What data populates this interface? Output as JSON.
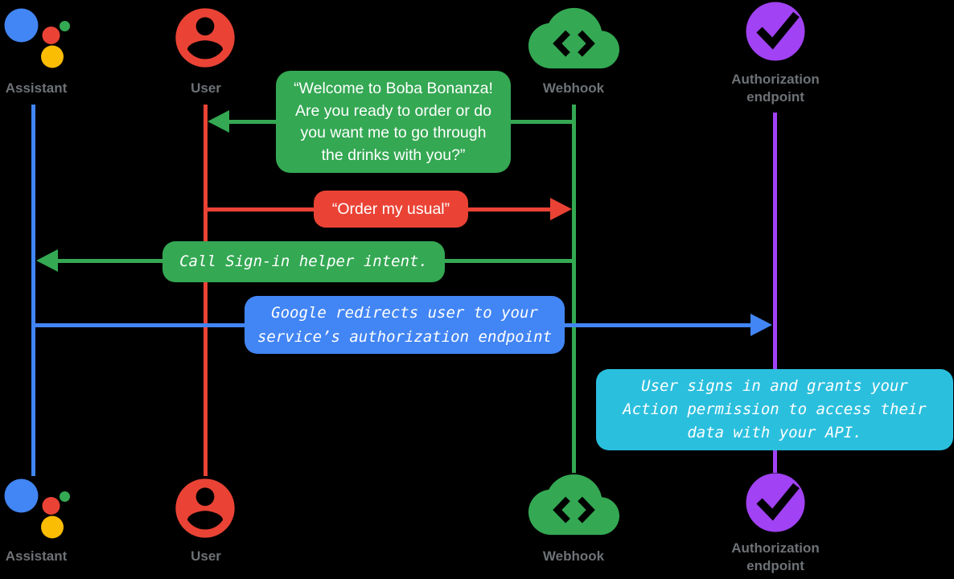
{
  "diagram_title": "Account linking sign-in flow (sequence diagram)",
  "background": "#000000",
  "palette": {
    "blue": "#4285F4",
    "red": "#EA4335",
    "green": "#34A853",
    "yellow": "#FBBC04",
    "purple": "#A142F4",
    "cyan": "#2BBFDE",
    "label_gray": "#6e7276",
    "message_text": "#FFFFFF"
  },
  "actors": [
    {
      "label": "Assistant",
      "icon": "google-assistant-logo",
      "lifeline_color": "#4285F4"
    },
    {
      "label": "User",
      "icon": "person-circle",
      "lifeline_color": "#EA4335"
    },
    {
      "label": "Webhook",
      "icon": "cloud-code",
      "lifeline_color": "#34A853"
    },
    {
      "label": "Authorization\nendpoint",
      "icon": "check-circle",
      "lifeline_color": "#A142F4"
    }
  ],
  "messages": [
    {
      "text": "“Welcome to Boba Bonanza!\nAre you ready to order or do\nyou want me to go through\nthe drinks with you?”",
      "from": "Webhook",
      "to": "User",
      "color": "#34A853",
      "style": "speech"
    },
    {
      "text": "“Order my usual”",
      "from": "User",
      "to": "Webhook",
      "color": "#EA4335",
      "style": "speech"
    },
    {
      "text": "Call Sign-in helper intent.",
      "from": "Webhook",
      "to": "Assistant",
      "color": "#34A853",
      "style": "code"
    },
    {
      "text": "Google redirects user to your\nservice’s authorization endpoint",
      "from": "Assistant",
      "to": "Authorization endpoint",
      "color": "#4285F4",
      "style": "code"
    },
    {
      "text": "User signs in and grants your\nAction permission to access their\ndata with your API.",
      "on": "Authorization endpoint",
      "color": "#2BBFDE",
      "style": "code",
      "kind": "note"
    }
  ]
}
